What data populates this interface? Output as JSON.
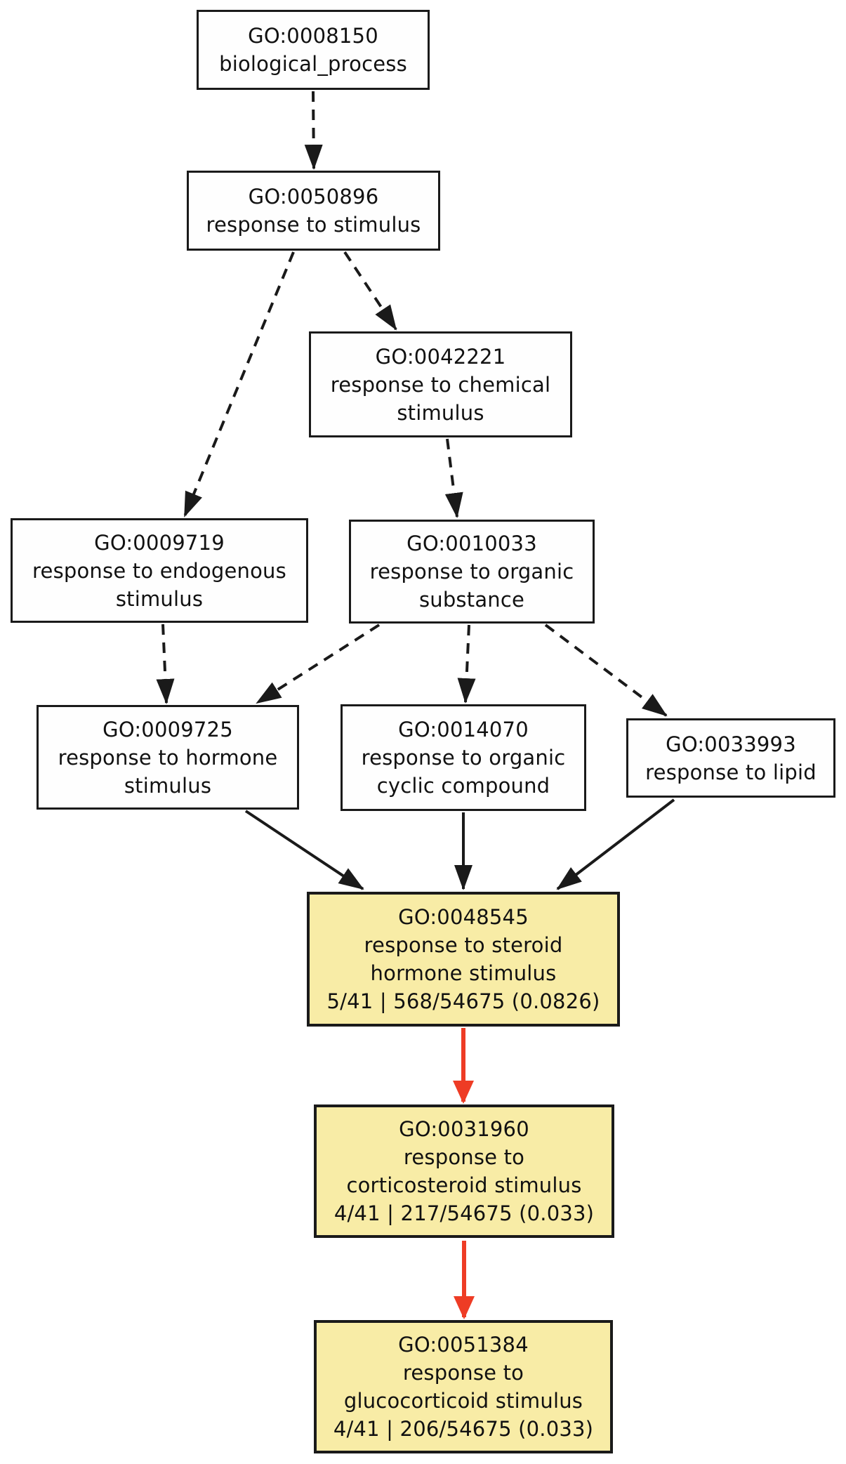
{
  "diagram": {
    "background_color": "#ffffff",
    "node_fill": "#fefefe",
    "highlight_fill": "#f8eca6",
    "line_color": "#1a1a1a",
    "enriched_edge_color": "#ee3c25",
    "nodes": [
      {
        "id": "GO:0008150",
        "label": "biological_process",
        "stats": null,
        "highlighted": false,
        "lines": [
          "GO:0008150",
          "biological_process"
        ]
      },
      {
        "id": "GO:0050896",
        "label": "response to stimulus",
        "stats": null,
        "highlighted": false,
        "lines": [
          "GO:0050896",
          "response to stimulus"
        ]
      },
      {
        "id": "GO:0042221",
        "label": "response to chemical stimulus",
        "stats": null,
        "highlighted": false,
        "lines": [
          "GO:0042221",
          "response to chemical",
          "stimulus"
        ]
      },
      {
        "id": "GO:0009719",
        "label": "response to endogenous stimulus",
        "stats": null,
        "highlighted": false,
        "lines": [
          "GO:0009719",
          "response to endogenous",
          "stimulus"
        ]
      },
      {
        "id": "GO:0010033",
        "label": "response to organic substance",
        "stats": null,
        "highlighted": false,
        "lines": [
          "GO:0010033",
          "response to organic",
          "substance"
        ]
      },
      {
        "id": "GO:0009725",
        "label": "response to hormone stimulus",
        "stats": null,
        "highlighted": false,
        "lines": [
          "GO:0009725",
          "response to hormone",
          "stimulus"
        ]
      },
      {
        "id": "GO:0014070",
        "label": "response to organic cyclic compound",
        "stats": null,
        "highlighted": false,
        "lines": [
          "GO:0014070",
          "response to organic",
          "cyclic compound"
        ]
      },
      {
        "id": "GO:0033993",
        "label": "response to lipid",
        "stats": null,
        "highlighted": false,
        "lines": [
          "GO:0033993",
          "response to lipid"
        ]
      },
      {
        "id": "GO:0048545",
        "label": "response to steroid hormone stimulus",
        "stats": "5/41 | 568/54675 (0.0826)",
        "highlighted": true,
        "lines": [
          "GO:0048545",
          "response to steroid",
          "hormone stimulus",
          "5/41 | 568/54675 (0.0826)"
        ]
      },
      {
        "id": "GO:0031960",
        "label": "response to corticosteroid stimulus",
        "stats": "4/41 | 217/54675 (0.033)",
        "highlighted": true,
        "lines": [
          "GO:0031960",
          "response to",
          "corticosteroid stimulus",
          "4/41 | 217/54675 (0.033)"
        ]
      },
      {
        "id": "GO:0051384",
        "label": "response to glucocorticoid stimulus",
        "stats": "4/41 | 206/54675 (0.033)",
        "highlighted": true,
        "lines": [
          "GO:0051384",
          "response to",
          "glucocorticoid stimulus",
          "4/41 | 206/54675 (0.033)"
        ]
      }
    ],
    "edges": [
      {
        "from": "GO:0008150",
        "to": "GO:0050896",
        "style": "dashed"
      },
      {
        "from": "GO:0050896",
        "to": "GO:0009719",
        "style": "dashed"
      },
      {
        "from": "GO:0050896",
        "to": "GO:0042221",
        "style": "dashed"
      },
      {
        "from": "GO:0042221",
        "to": "GO:0010033",
        "style": "dashed"
      },
      {
        "from": "GO:0009719",
        "to": "GO:0009725",
        "style": "dashed"
      },
      {
        "from": "GO:0010033",
        "to": "GO:0009725",
        "style": "dashed"
      },
      {
        "from": "GO:0010033",
        "to": "GO:0014070",
        "style": "dashed"
      },
      {
        "from": "GO:0010033",
        "to": "GO:0033993",
        "style": "dashed"
      },
      {
        "from": "GO:0009725",
        "to": "GO:0048545",
        "style": "solid"
      },
      {
        "from": "GO:0014070",
        "to": "GO:0048545",
        "style": "solid"
      },
      {
        "from": "GO:0033993",
        "to": "GO:0048545",
        "style": "solid"
      },
      {
        "from": "GO:0048545",
        "to": "GO:0031960",
        "style": "solid-red"
      },
      {
        "from": "GO:0031960",
        "to": "GO:0051384",
        "style": "solid-red"
      }
    ]
  }
}
